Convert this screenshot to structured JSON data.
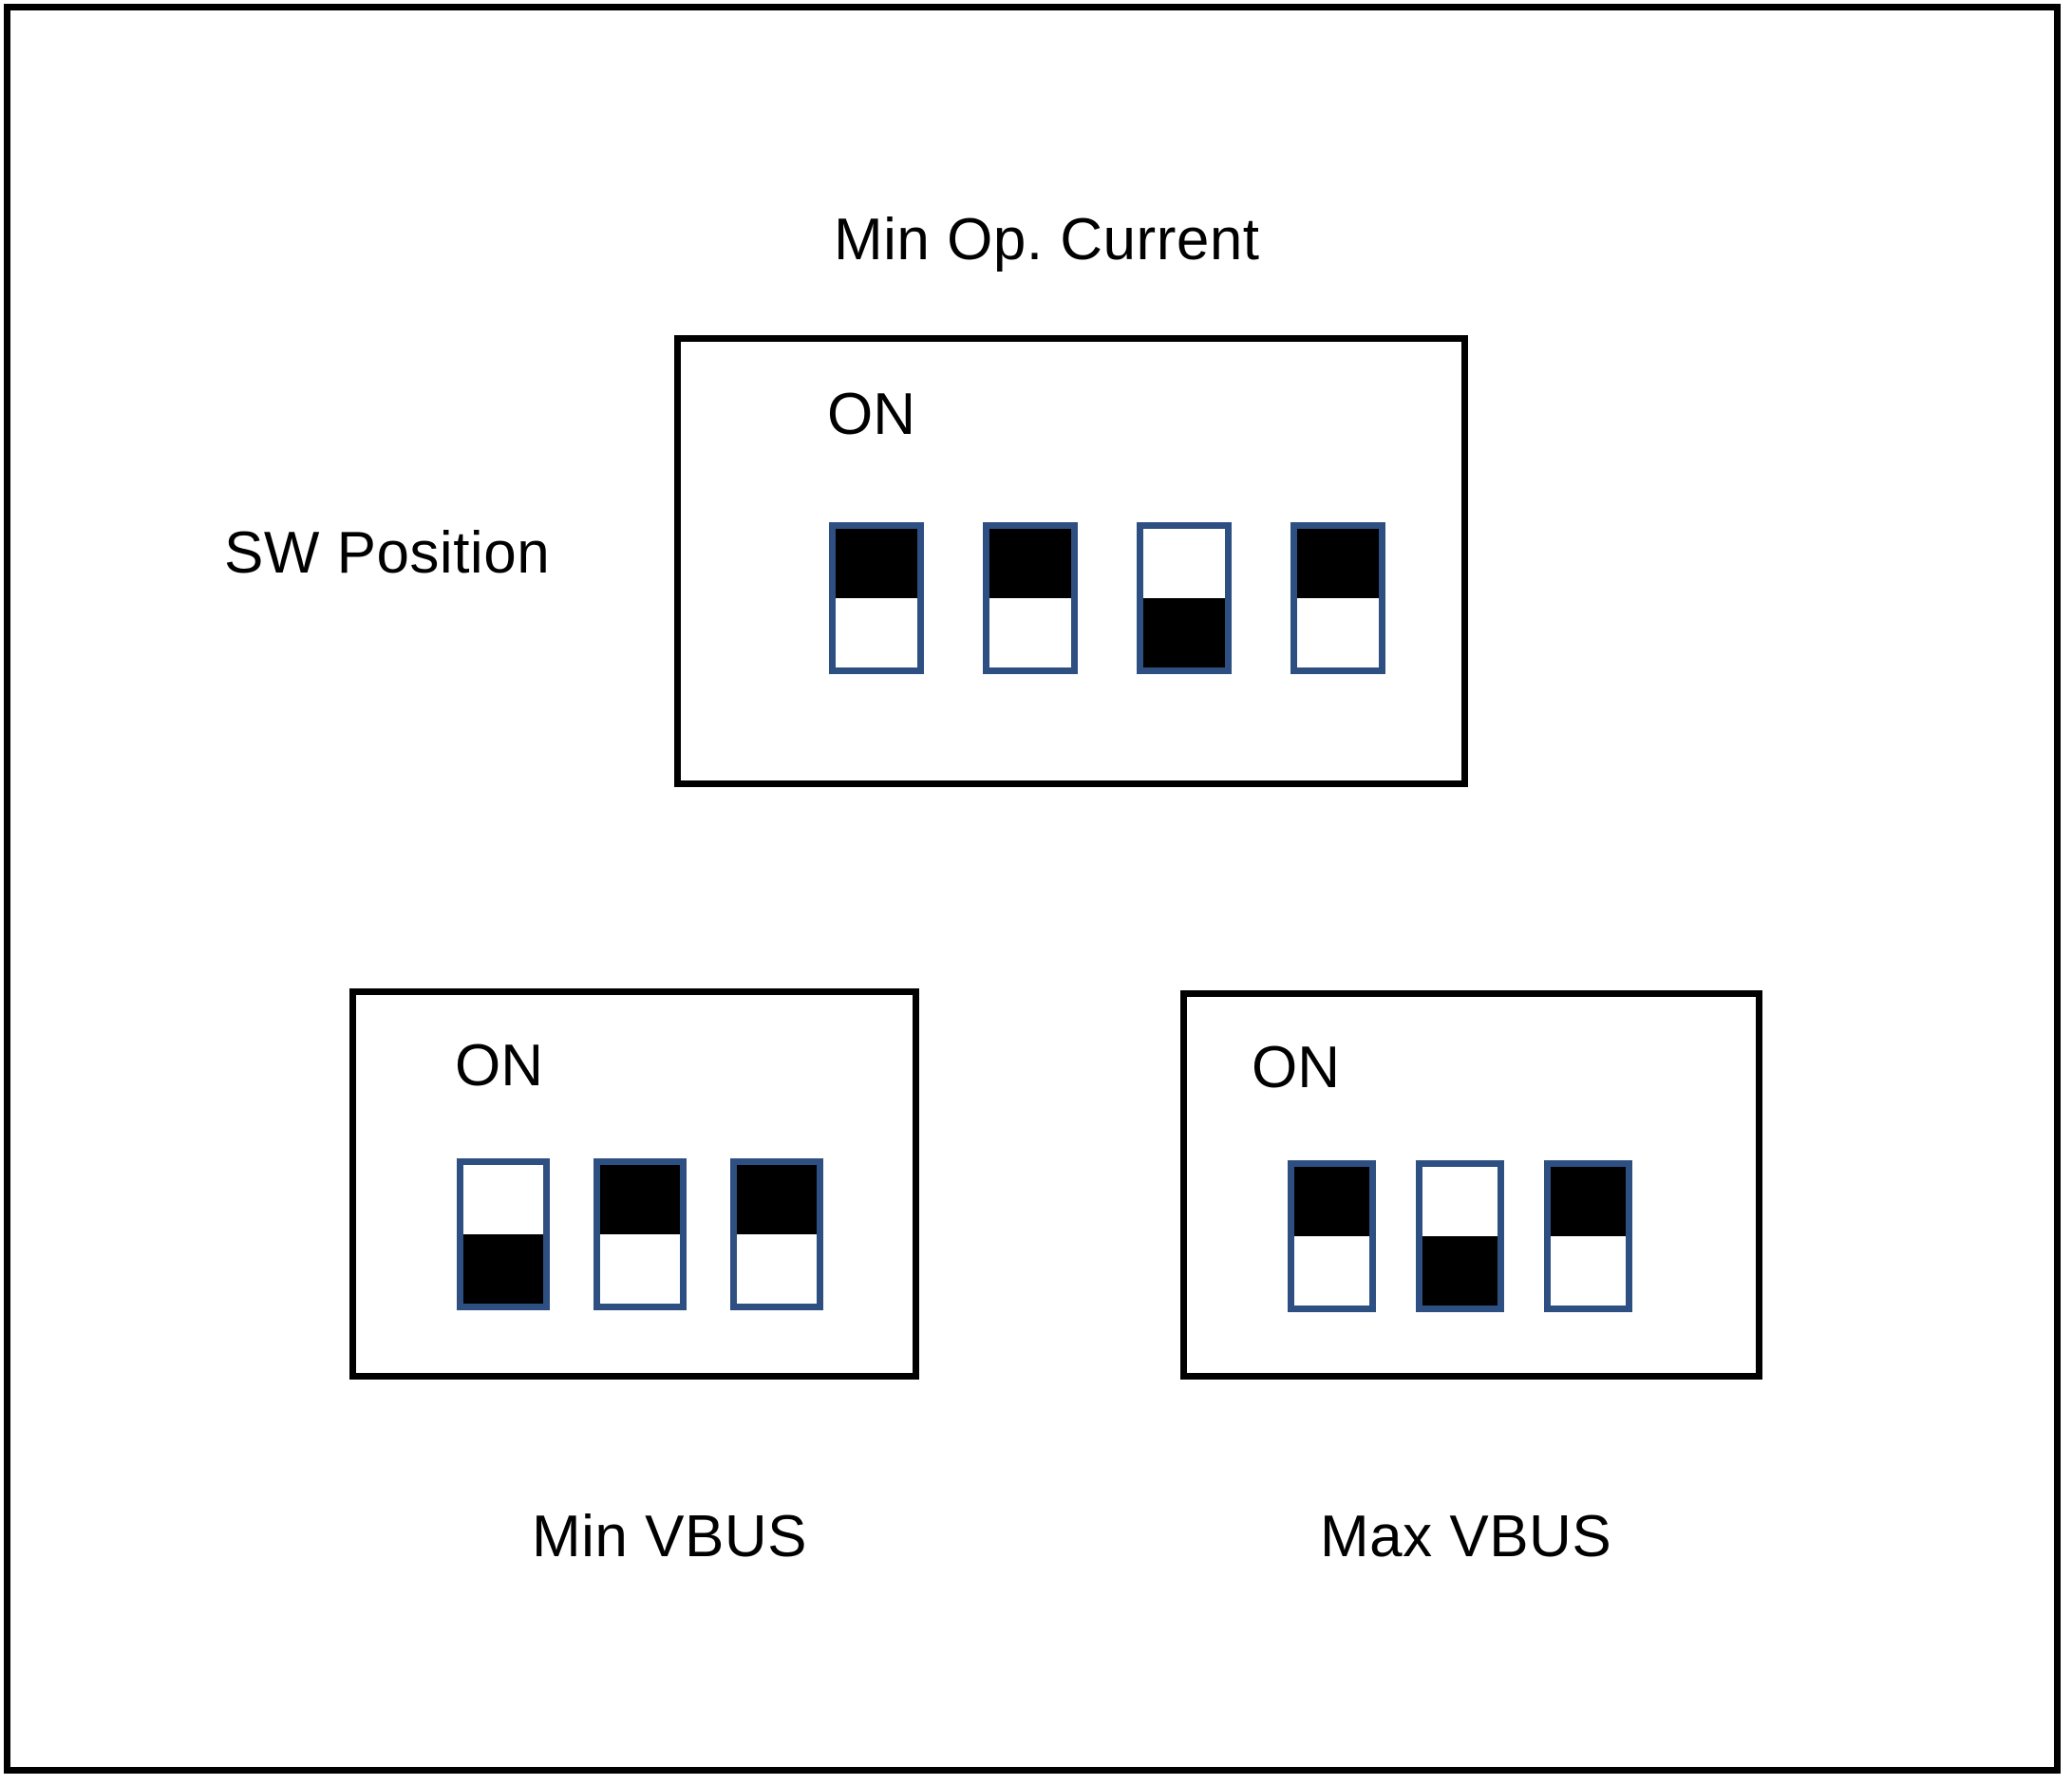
{
  "figure": {
    "title": "Min Op. Current",
    "row_label": "SW Position",
    "on_label": "ON",
    "accent_border_color": "#2e4f82",
    "actuator_color": "#000000",
    "panel_border_color": "#000000",
    "background_color": "#ffffff"
  },
  "panels": [
    {
      "id": "min-op-current",
      "caption": "Min Op. Current",
      "caption_position": "above",
      "on_label": "ON",
      "switch_count": 4,
      "switches": [
        {
          "index": 1,
          "state": "ON",
          "actuator": "top"
        },
        {
          "index": 2,
          "state": "ON",
          "actuator": "top"
        },
        {
          "index": 3,
          "state": "OFF",
          "actuator": "bottom"
        },
        {
          "index": 4,
          "state": "ON",
          "actuator": "top"
        }
      ]
    },
    {
      "id": "min-vbus",
      "caption": "Min VBUS",
      "caption_position": "below",
      "on_label": "ON",
      "switch_count": 3,
      "switches": [
        {
          "index": 1,
          "state": "OFF",
          "actuator": "bottom"
        },
        {
          "index": 2,
          "state": "ON",
          "actuator": "top"
        },
        {
          "index": 3,
          "state": "ON",
          "actuator": "top"
        }
      ]
    },
    {
      "id": "max-vbus",
      "caption": "Max VBUS",
      "caption_position": "below",
      "on_label": "ON",
      "switch_count": 3,
      "switches": [
        {
          "index": 1,
          "state": "ON",
          "actuator": "top"
        },
        {
          "index": 2,
          "state": "OFF",
          "actuator": "bottom"
        },
        {
          "index": 3,
          "state": "ON",
          "actuator": "top"
        }
      ]
    }
  ]
}
